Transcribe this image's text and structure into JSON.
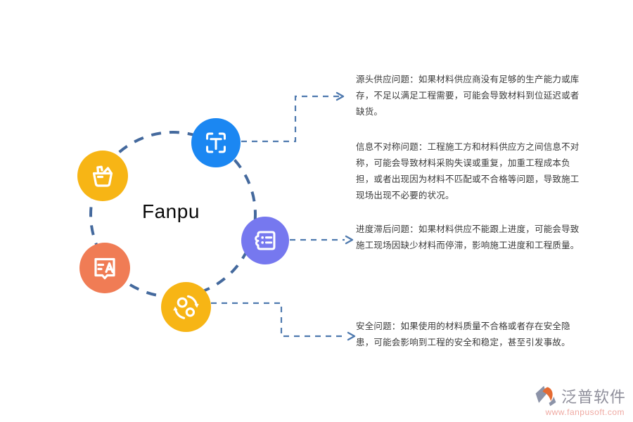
{
  "center_label": "Fanpu",
  "icons": {
    "scan": {
      "label": "text-scan",
      "color": "#1b87f2"
    },
    "basket": {
      "label": "shopping-basket",
      "color": "#f7b515"
    },
    "chat": {
      "label": "translate-chat",
      "color": "#f07c55"
    },
    "ticket": {
      "label": "ticket-list",
      "color": "#7678ef"
    },
    "sync": {
      "label": "sync-arrows",
      "color": "#f7b515"
    }
  },
  "colors": {
    "dashed_ring": "#44699d",
    "connector": "#4e79ae",
    "annotation_text": "#3a3a3a"
  },
  "annotations": [
    {
      "text": "源头供应问题：如果材料供应商没有足够的生产能力或库存，不足以满足工程需要，可能会导致材料到位延迟或者缺货。"
    },
    {
      "text": "信息不对称问题：工程施工方和材料供应方之间信息不对称，可能会导致材料采购失误或重复，加重工程成本负担，或者出现因为材料不匹配或不合格等问题，导致施工现场出现不必要的状况。"
    },
    {
      "text": "进度滞后问题：如果材料供应不能跟上进度，可能会导致施工现场因缺少材料而停滞，影响施工进度和工程质量。"
    },
    {
      "text": "安全问题：如果使用的材料质量不合格或者存在安全隐患，可能会影响到工程的安全和稳定，甚至引发事故。"
    }
  ],
  "watermark": {
    "brand": "泛普软件",
    "url": "www.fanpusoft.com"
  }
}
